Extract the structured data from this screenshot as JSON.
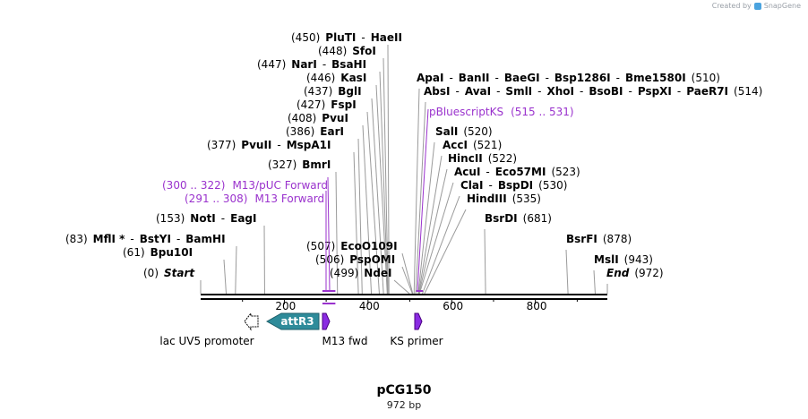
{
  "credit": {
    "prefix": "Created by",
    "brand": "SnapGene"
  },
  "title": "pCG150",
  "length_label": "972 bp",
  "ruler_ticks": [
    {
      "label": "200"
    },
    {
      "label": "400"
    },
    {
      "label": "600"
    },
    {
      "label": "800"
    }
  ],
  "sites": [
    {
      "id": "pluti",
      "parts": [
        {
          "t": "(450)",
          "b": false
        },
        {
          "t": "PluTI",
          "b": true
        },
        {
          "t": "-",
          "b": false
        },
        {
          "t": "HaeII",
          "b": true
        }
      ]
    },
    {
      "id": "sfoi",
      "parts": [
        {
          "t": "(448)",
          "b": false
        },
        {
          "t": "SfoI",
          "b": true
        }
      ]
    },
    {
      "id": "nari",
      "parts": [
        {
          "t": "(447)",
          "b": false
        },
        {
          "t": "NarI",
          "b": true
        },
        {
          "t": "-",
          "b": false
        },
        {
          "t": "BsaHI",
          "b": true
        }
      ]
    },
    {
      "id": "kasi",
      "parts": [
        {
          "t": "(446)",
          "b": false
        },
        {
          "t": "KasI",
          "b": true
        }
      ]
    },
    {
      "id": "bgli",
      "parts": [
        {
          "t": "(437)",
          "b": false
        },
        {
          "t": "BglI",
          "b": true
        }
      ]
    },
    {
      "id": "fspi",
      "parts": [
        {
          "t": "(427)",
          "b": false
        },
        {
          "t": "FspI",
          "b": true
        }
      ]
    },
    {
      "id": "pvui",
      "parts": [
        {
          "t": "(408)",
          "b": false
        },
        {
          "t": "PvuI",
          "b": true
        }
      ]
    },
    {
      "id": "eari",
      "parts": [
        {
          "t": "(386)",
          "b": false
        },
        {
          "t": "EarI",
          "b": true
        }
      ]
    },
    {
      "id": "pvuii",
      "parts": [
        {
          "t": "(377)",
          "b": false
        },
        {
          "t": "PvuII",
          "b": true
        },
        {
          "t": "-",
          "b": false
        },
        {
          "t": "MspA1I",
          "b": true
        }
      ]
    },
    {
      "id": "bmri",
      "parts": [
        {
          "t": "(327)",
          "b": false
        },
        {
          "t": "BmrI",
          "b": true
        }
      ]
    },
    {
      "id": "noti",
      "parts": [
        {
          "t": "(153)",
          "b": false
        },
        {
          "t": "NotI",
          "b": true
        },
        {
          "t": "-",
          "b": false
        },
        {
          "t": "EagI",
          "b": true
        }
      ]
    },
    {
      "id": "mfli",
      "parts": [
        {
          "t": "(83)",
          "b": false
        },
        {
          "t": "MflI *",
          "b": true
        },
        {
          "t": "-",
          "b": false
        },
        {
          "t": "BstYI",
          "b": true
        },
        {
          "t": "-",
          "b": false
        },
        {
          "t": "BamHI",
          "b": true
        }
      ]
    },
    {
      "id": "bpu10i",
      "parts": [
        {
          "t": "(61)",
          "b": false
        },
        {
          "t": "Bpu10I",
          "b": true
        }
      ]
    },
    {
      "id": "start",
      "parts": [
        {
          "t": "(0)",
          "b": false
        },
        {
          "t": "Start",
          "b": true,
          "i": true
        }
      ]
    },
    {
      "id": "eco0109i",
      "parts": [
        {
          "t": "(507)",
          "b": false
        },
        {
          "t": "EcoO109I",
          "b": true
        }
      ]
    },
    {
      "id": "pspomi",
      "parts": [
        {
          "t": "(506)",
          "b": false
        },
        {
          "t": "PspOMI",
          "b": true
        }
      ]
    },
    {
      "id": "ndei",
      "parts": [
        {
          "t": "(499)",
          "b": false
        },
        {
          "t": "NdeI",
          "b": true
        }
      ]
    },
    {
      "id": "apai",
      "parts": [
        {
          "t": "ApaI",
          "b": true
        },
        {
          "t": "-",
          "b": false
        },
        {
          "t": "BanII",
          "b": true
        },
        {
          "t": "-",
          "b": false
        },
        {
          "t": "BaeGI",
          "b": true
        },
        {
          "t": "-",
          "b": false
        },
        {
          "t": "Bsp1286I",
          "b": true
        },
        {
          "t": "-",
          "b": false
        },
        {
          "t": "Bme1580I",
          "b": true
        },
        {
          "t": "(510)",
          "b": false
        }
      ]
    },
    {
      "id": "absi",
      "parts": [
        {
          "t": "AbsI",
          "b": true
        },
        {
          "t": "-",
          "b": false
        },
        {
          "t": "AvaI",
          "b": true
        },
        {
          "t": "-",
          "b": false
        },
        {
          "t": "SmlI",
          "b": true
        },
        {
          "t": "-",
          "b": false
        },
        {
          "t": "XhoI",
          "b": true
        },
        {
          "t": "-",
          "b": false
        },
        {
          "t": "BsoBI",
          "b": true
        },
        {
          "t": "-",
          "b": false
        },
        {
          "t": "PspXI",
          "b": true
        },
        {
          "t": "-",
          "b": false
        },
        {
          "t": "PaeR7I",
          "b": true
        },
        {
          "t": "(514)",
          "b": false
        }
      ]
    },
    {
      "id": "sali",
      "parts": [
        {
          "t": "SalI",
          "b": true
        },
        {
          "t": "(520)",
          "b": false
        }
      ]
    },
    {
      "id": "acci",
      "parts": [
        {
          "t": "AccI",
          "b": true
        },
        {
          "t": "(521)",
          "b": false
        }
      ]
    },
    {
      "id": "hincii",
      "parts": [
        {
          "t": "HincII",
          "b": true
        },
        {
          "t": "(522)",
          "b": false
        }
      ]
    },
    {
      "id": "acui",
      "parts": [
        {
          "t": "AcuI",
          "b": true
        },
        {
          "t": "-",
          "b": false
        },
        {
          "t": "Eco57MI",
          "b": true
        },
        {
          "t": "(523)",
          "b": false
        }
      ]
    },
    {
      "id": "clai",
      "parts": [
        {
          "t": "ClaI",
          "b": true
        },
        {
          "t": "-",
          "b": false
        },
        {
          "t": "BspDI",
          "b": true
        },
        {
          "t": "(530)",
          "b": false
        }
      ]
    },
    {
      "id": "hindiii",
      "parts": [
        {
          "t": "HindIII",
          "b": true
        },
        {
          "t": "(535)",
          "b": false
        }
      ]
    },
    {
      "id": "bsrdi",
      "parts": [
        {
          "t": "BsrDI",
          "b": true
        },
        {
          "t": "(681)",
          "b": false
        }
      ]
    },
    {
      "id": "bsrfi",
      "parts": [
        {
          "t": "BsrFI",
          "b": true
        },
        {
          "t": "(878)",
          "b": false
        }
      ]
    },
    {
      "id": "msli",
      "parts": [
        {
          "t": "MslI",
          "b": true
        },
        {
          "t": "(943)",
          "b": false
        }
      ]
    },
    {
      "id": "end",
      "parts": [
        {
          "t": "End",
          "b": true,
          "i": true
        },
        {
          "t": "(972)",
          "b": false
        }
      ]
    }
  ],
  "primers": [
    {
      "id": "m13puc",
      "range": "(300 .. 322)",
      "name": "M13/pUC Forward"
    },
    {
      "id": "m13fwd",
      "range": "(291 .. 308)",
      "name": "M13 Forward"
    },
    {
      "id": "pbks",
      "name": "pBluescriptKS",
      "range": "(515 .. 531)"
    }
  ],
  "features": [
    {
      "id": "lacuv5",
      "name": "lac UV5 promoter",
      "color": "#ffffff"
    },
    {
      "id": "attr3",
      "name": "attR3",
      "color": "#2e8b9a"
    },
    {
      "id": "m13fwd",
      "name": "M13 fwd",
      "color": "#8a2be2"
    },
    {
      "id": "ksprimer",
      "name": "KS primer",
      "color": "#8a2be2"
    }
  ],
  "colors": {
    "primer": "#9a32cd",
    "attR3": "#2e8b9a",
    "primer_feature": "#8a2be2",
    "leader": "#9a9a9a"
  }
}
